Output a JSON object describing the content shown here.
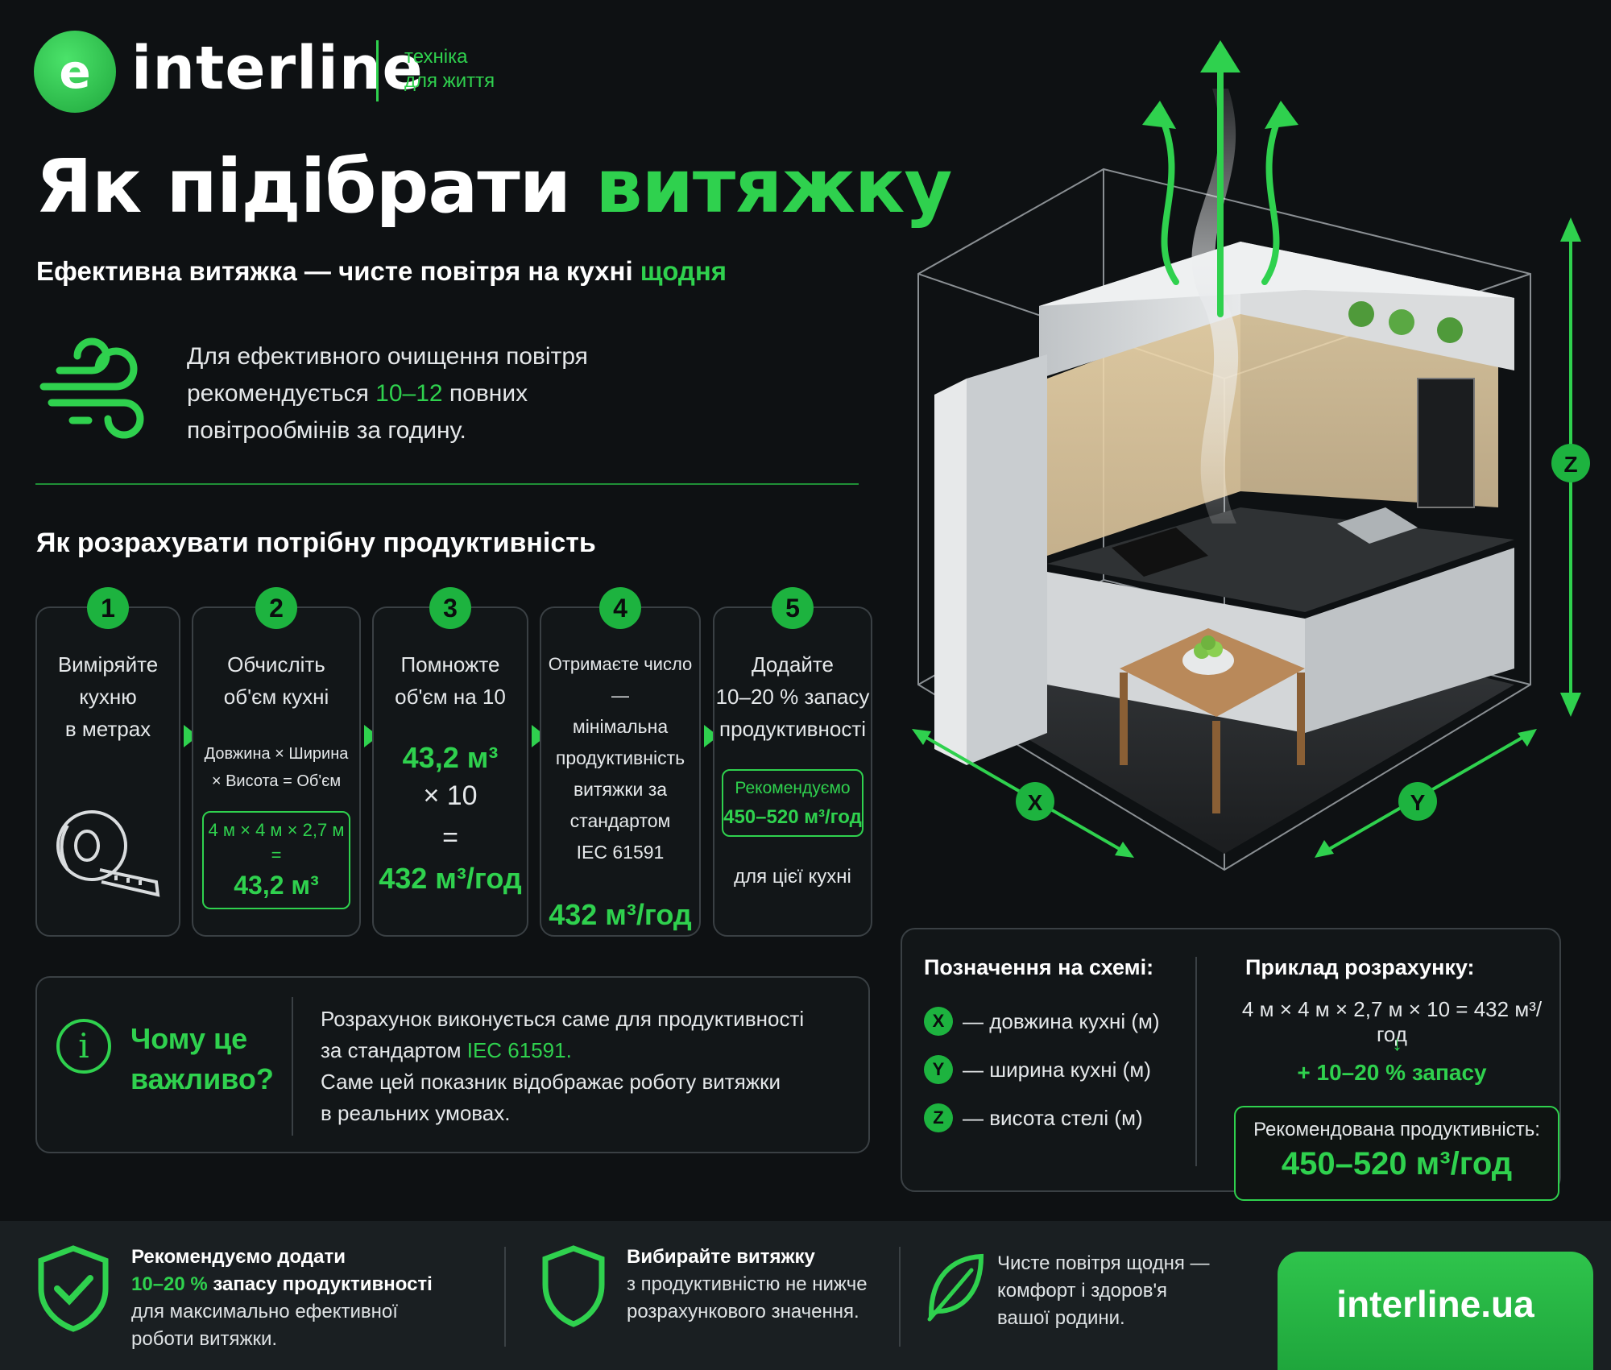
{
  "header": {
    "logo_letter": "e",
    "brand": "interline",
    "tagline_line1": "техніка",
    "tagline_line2": "для життя"
  },
  "title": {
    "part1": "Як підібрати ",
    "part2": "витяжку"
  },
  "subtitle": {
    "part1": "Ефективна витяжка — чисте повітря на кухні ",
    "part2": "щодня"
  },
  "intro": {
    "line1": "Для ефективного очищення повітря",
    "line2_a": "рекомендується ",
    "line2_b": "10–12",
    "line2_c": " повних",
    "line3": "повітрообмінів за годину."
  },
  "calc_heading": "Як розрахувати потрібну продуктивність",
  "steps": [
    {
      "num": "1",
      "l1": "Виміряйте",
      "l2": "кухню",
      "l3": "в метрах"
    },
    {
      "num": "2",
      "l1": "Обчисліть",
      "l2": "об'єм кухні",
      "formula": "Довжина × Ширина × Висота = Об'єм",
      "box_l1": "4 м × 4 м × 2,7 м",
      "box_l2": "=",
      "box_l3": "43,2 м³"
    },
    {
      "num": "3",
      "l1": "Помножте",
      "l2": "об'єм на 10",
      "v1": "43,2 м³",
      "v2": "× 10",
      "v3": "=",
      "v4": "432 м³/год"
    },
    {
      "num": "4",
      "l1": "Отримаєте число —",
      "l2": "мінімальна",
      "l3": "продуктивність",
      "l4": "витяжки за",
      "l5": "стандартом",
      "l6": "IEC 61591",
      "value": "432 м³/год"
    },
    {
      "num": "5",
      "l1": "Додайте",
      "l2": "10–20 % запасу",
      "l3": "продуктивності",
      "box_l1": "Рекомендуємо",
      "box_l2": "450–520 м³/год",
      "l4": "для цієї кухні"
    }
  ],
  "why": {
    "title": "Чому це важливо?",
    "line1": "Розрахунок виконується саме для продуктивності",
    "line2_a": "за стандартом ",
    "line2_b": "IEC 61591.",
    "line3": "Саме цей показник відображає роботу витяжки",
    "line4": "в реальних умовах."
  },
  "legend": {
    "title": "Позначення на схемі:",
    "items": [
      {
        "key": "X",
        "text": "— довжина кухні (м)"
      },
      {
        "key": "Y",
        "text": "— ширина кухні (м)"
      },
      {
        "key": "Z",
        "text": "— висота стелі (м)"
      }
    ]
  },
  "example": {
    "title": "Приклад розрахунку:",
    "formula": "4 м × 4 м × 2,7 м × 10 = 432 м³/год",
    "down_arrow": "↓",
    "margin": "+ 10–20 % запасу",
    "result_label": "Рекомендована продуктивність:",
    "result_value": "450–520 м³/год"
  },
  "scene_axes": {
    "x": "X",
    "y": "Y",
    "z": "Z"
  },
  "footer": {
    "f1_l1": "Рекомендуємо додати",
    "f1_l2_a": "10–20 %",
    "f1_l2_b": " запасу продуктивності",
    "f1_l3": "для максимально ефективної",
    "f1_l4": "роботи витяжки.",
    "f2_l1": "Вибирайте витяжку",
    "f2_l2": "з продуктивністю не нижче",
    "f2_l3": "розрахункового значення.",
    "f3_l1": "Чисте повітря щодня —",
    "f3_l2": "комфорт і здоров'я",
    "f3_l3": "вашої родини.",
    "site": "interline.ua"
  },
  "colors": {
    "accent": "#2fd14e",
    "background": "#0e1113",
    "panel_border": "#3a4044"
  },
  "icons": [
    "wind-icon",
    "tape-measure-icon",
    "info-icon",
    "shield-check-icon",
    "shield-icon",
    "leaf-icon",
    "up-arrow-icon"
  ]
}
